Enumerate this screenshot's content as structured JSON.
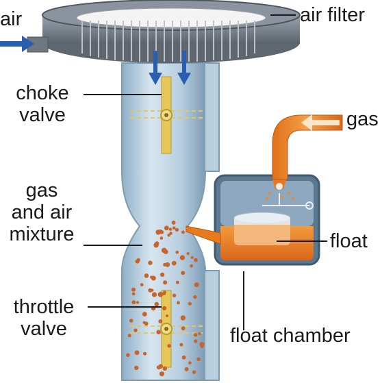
{
  "labels": {
    "air": "air",
    "air_filter": "air filter",
    "choke_valve": [
      "choke",
      "valve"
    ],
    "gas": "gas",
    "mixture": [
      "gas",
      "and air",
      "mixture"
    ],
    "float": "float",
    "throttle_valve": [
      "throttle",
      "valve"
    ],
    "float_chamber": "float chamber"
  },
  "colors": {
    "tube": "#a9c4d8",
    "tube_dark": "#6f8ea6",
    "filter": "#707a86",
    "fuel": "#e87a1e",
    "valve": "#e6c85a",
    "arrow": "#2a5fb0",
    "droplet": "#c8642a"
  }
}
